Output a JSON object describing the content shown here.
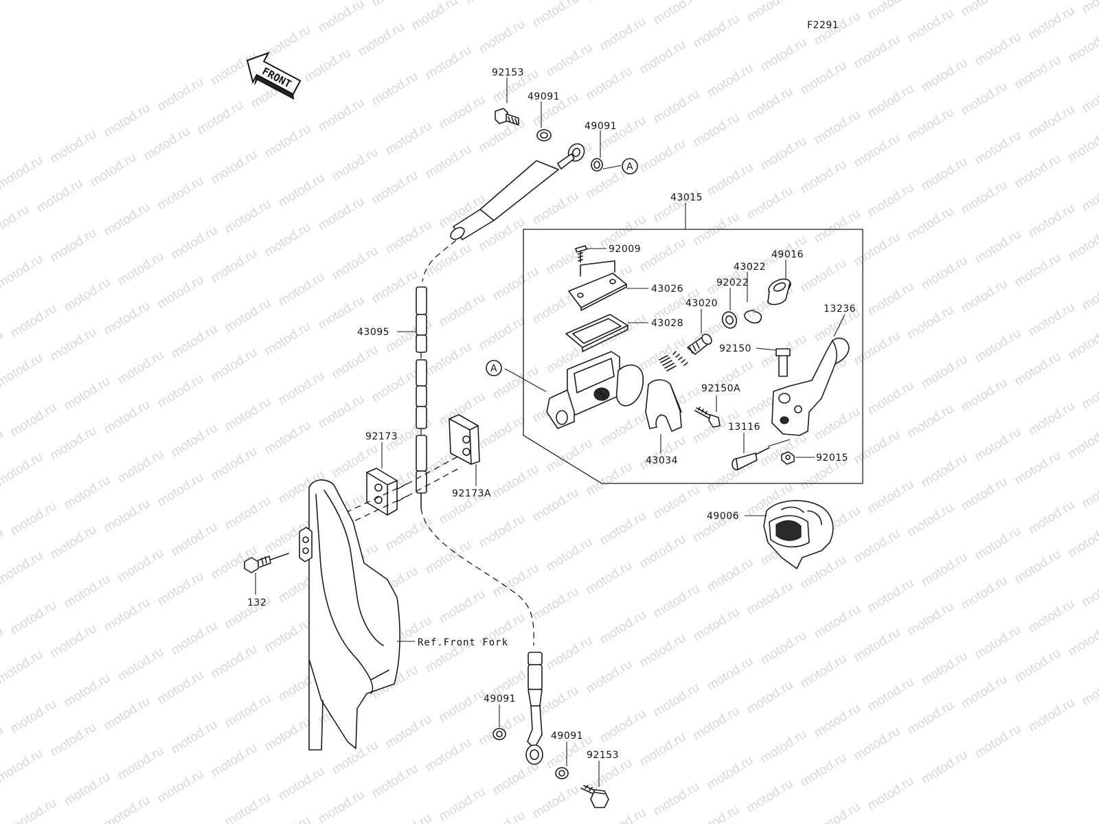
{
  "diagram": {
    "code": "F2291",
    "front_label": "FRONT",
    "ref_label": "Ref.Front Fork",
    "watermark": "motod.ru",
    "callout_marker": "A",
    "labels": {
      "p92153_top": "92153",
      "p49091_top_a": "49091",
      "p49091_top_b": "49091",
      "p43015": "43015",
      "p92009": "92009",
      "p43026": "43026",
      "p43022": "43022",
      "p49016": "49016",
      "p92022": "92022",
      "p43020": "43020",
      "p43028": "43028",
      "p13236": "13236",
      "p92150": "92150",
      "p92150a": "92150A",
      "p13116": "13116",
      "p92015": "92015",
      "p43034": "43034",
      "p43095": "43095",
      "p92173": "92173",
      "p92173a": "92173A",
      "p49006": "49006",
      "p132": "132",
      "p49091_bot_a": "49091",
      "p49091_bot_b": "49091",
      "p92153_bot": "92153"
    }
  }
}
